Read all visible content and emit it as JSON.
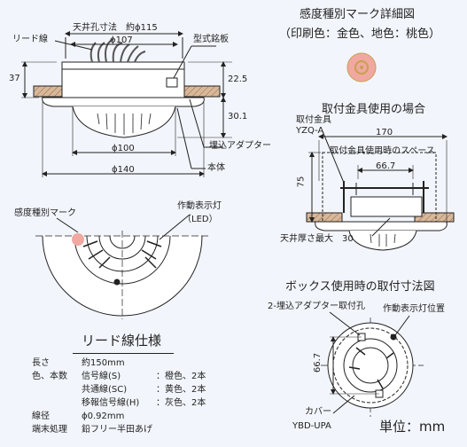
{
  "side_view": {
    "ceiling_hole": "天井孔寸法　約ϕ115",
    "lead_wire": "リード線",
    "dia_107": "ϕ107",
    "nameplate": "型式銘板",
    "h37": "37",
    "h22_5": "22.5",
    "h30_1": "30.1",
    "adapter": "埋込アダプター",
    "body": "本体",
    "dia_100": "ϕ100",
    "dia_140": "ϕ140"
  },
  "mark_detail": {
    "title": "感度種別マーク詳細図",
    "subtitle": "（印刷色：金色、地色：桃色）",
    "mark_color": "#f0a8a0",
    "ring_color": "#c8a050"
  },
  "fitting": {
    "title": "取付金具使用の場合",
    "bracket_label": "取付金具",
    "bracket_model": "YZQ-A",
    "w170": "170",
    "space_label": "取付金具使用時のスペース",
    "w66_7": "66.7",
    "h75": "75",
    "ceiling_thickness": "天井厚さ最大　30"
  },
  "bottom_view": {
    "mark_label": "感度種別マーク",
    "led_label": "作動表示灯",
    "led_sub": "（LED）"
  },
  "box": {
    "title": "ボックス使用時の取付寸法図",
    "adapter_hole": "2-埋込アダプター取付孔",
    "led_position": "作動表示灯位置",
    "h66_7": "66.7",
    "cover": "カバー",
    "cover_model": "YBD-UPA",
    "unit": "単位：mm"
  },
  "lead_spec": {
    "title": "リード線仕様",
    "rows": [
      {
        "label": "長さ",
        "value": "約150mm",
        "color": ""
      },
      {
        "label": "色、本数",
        "value": "信号線(S)",
        "color": "：橙色、2本"
      },
      {
        "label": "",
        "value": "共通線(SC)",
        "color": "：黄色、2本"
      },
      {
        "label": "",
        "value": "移報信号線(H)",
        "color": "：灰色、2本"
      },
      {
        "label": "線径",
        "value": "ϕ0.92mm",
        "color": ""
      },
      {
        "label": "端末処理",
        "value": "鉛フリー半田あげ",
        "color": ""
      }
    ]
  }
}
